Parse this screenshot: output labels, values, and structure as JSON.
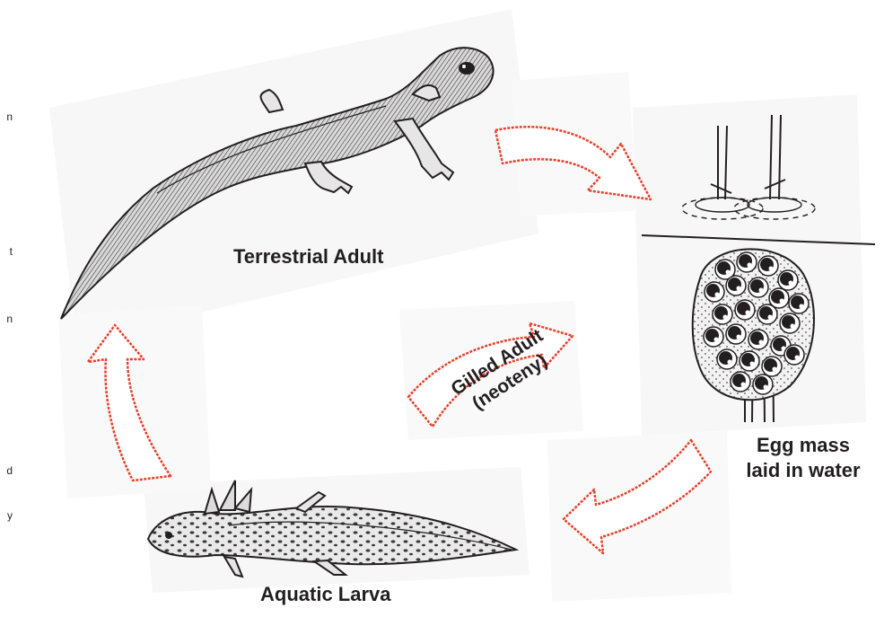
{
  "labels": {
    "terrestrial_adult": "Terrestrial Adult",
    "egg_mass_line1": "Egg mass",
    "egg_mass_line2": "laid in water",
    "aquatic_larva": "Aquatic Larva",
    "gilled_adult_line1": "Gilled Adult",
    "gilled_adult_line2": "(neoteny)"
  },
  "edge_fragments": [
    "n",
    "t",
    "n",
    "d",
    "y"
  ],
  "colors": {
    "arrow_outline": "#e8412c",
    "ink": "#231f20",
    "egg": "#231f20",
    "panel": "#f7f7f7"
  }
}
